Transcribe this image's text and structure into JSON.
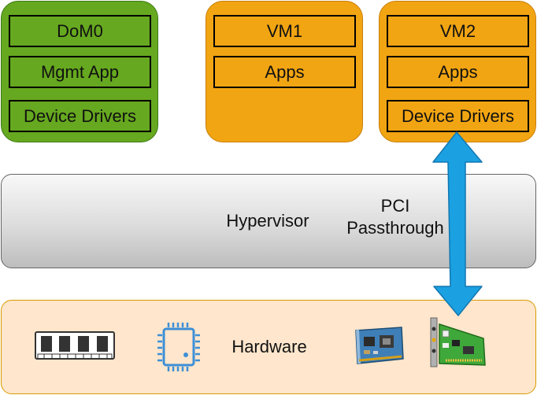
{
  "dom0": {
    "title": "DoM0",
    "app": "Mgmt App",
    "drivers": "Device Drivers"
  },
  "vm1": {
    "title": "VM1",
    "app": "Apps"
  },
  "vm2": {
    "title": "VM2",
    "app": "Apps",
    "drivers": "Device Drivers"
  },
  "hypervisor": {
    "label": "Hypervisor",
    "passthrough_line1": "PCI",
    "passthrough_line2": "Passthrough"
  },
  "hardware": {
    "label": "Hardware",
    "icons": [
      "ram-icon",
      "cpu-icon",
      "network-card-icon",
      "sound-card-icon"
    ]
  },
  "colors": {
    "dom0": "#66a81f",
    "vm": "#f2a512",
    "hardware": "#ffe6cc",
    "arrow": "#1ba1e2"
  }
}
